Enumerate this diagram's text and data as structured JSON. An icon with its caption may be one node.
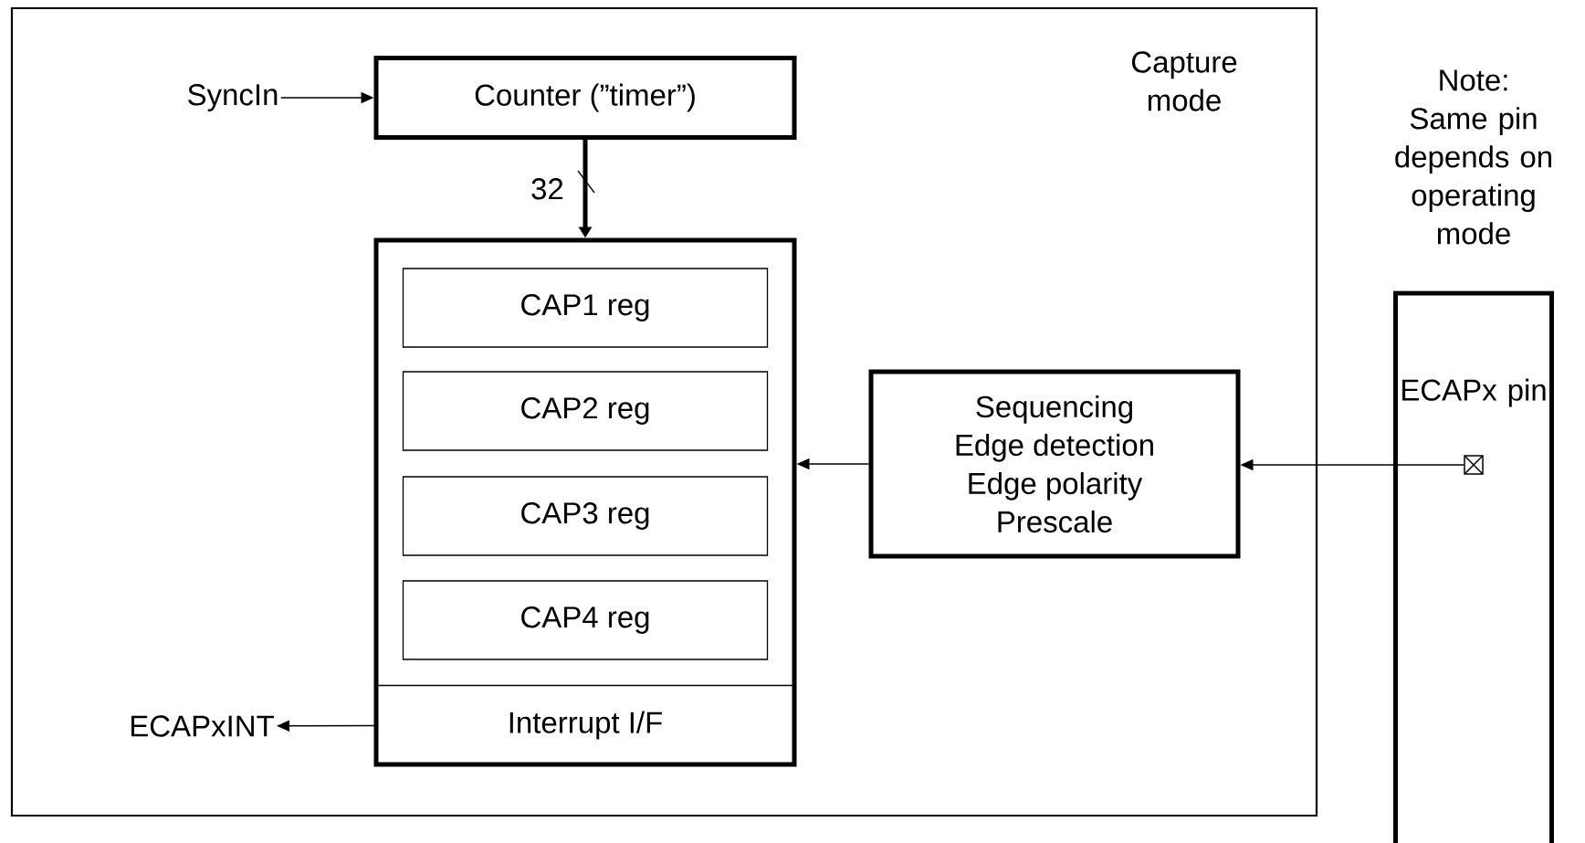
{
  "diagram": {
    "nodes": [
      {
        "text": [
          "Capture mode"
        ]
      },
      {
        "text": [
          "SyncIn"
        ],
        "in": 0
      },
      {
        "text": [
          "Counter (”timer”)"
        ],
        "in": 0
      },
      {
        "text": [],
        "shape": "box",
        "in": 0
      },
      {
        "text": [
          "CAP1 reg"
        ],
        "in": 3
      },
      {
        "text": [
          "CAP2 reg"
        ],
        "in": 3
      },
      {
        "text": [
          "CAP3 reg"
        ],
        "in": 3
      },
      {
        "text": [
          "CAP4 reg"
        ],
        "in": 3
      },
      {
        "text": [
          "Interrupt I/F"
        ],
        "in": 3
      },
      {
        "text": [
          "ECAPxINT"
        ],
        "in": 0
      },
      {
        "text": [
          "Sequencing",
          "Edge detection",
          "Edge polarity",
          "Prescale"
        ],
        "in": 0
      },
      {
        "text": [
          "ECAPx pin"
        ]
      },
      {
        "text": [],
        "shape": "box",
        "in": 11
      }
    ],
    "edges": [
      {
        "from": 1,
        "to": 2,
        "arrow": "to"
      },
      {
        "from": 2,
        "to": 3,
        "arrow": "to",
        "style": "thick",
        "label": "32"
      },
      {
        "from": 10,
        "to": 3,
        "arrow": "to"
      },
      {
        "from": 12,
        "to": 10,
        "arrow": "to"
      },
      {
        "from": 8,
        "to": 9,
        "arrow": "to"
      }
    ],
    "labels": [
      "Note: Same pin depends on operating mode"
    ]
  }
}
